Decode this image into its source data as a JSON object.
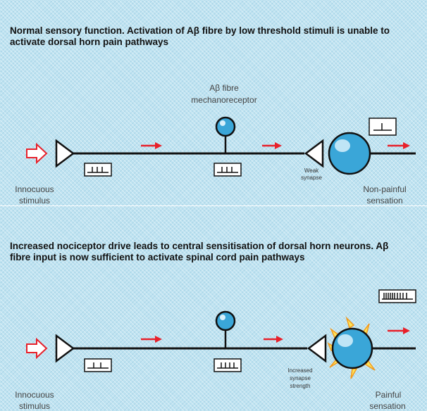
{
  "panels": [
    {
      "caption": "Normal sensory function. Activation of Aβ fibre by low threshold stimuli is unable to activate dorsal horn pain pathways",
      "receptor_label_line1": "Aβ fibre",
      "receptor_label_line2": "mechanoreceptor",
      "stimulus_label_line1": "Innocuous",
      "stimulus_label_line2": "stimulus",
      "synapse_label_line1": "Weak",
      "synapse_label_line2": "synapse",
      "outcome_label_line1": "Non-painful",
      "outcome_label_line2": "sensation"
    },
    {
      "caption": "Increased nociceptor drive leads to central sensitisation of dorsal horn neurons. Aβ fibre input is now sufficient to activate spinal cord pain pathways",
      "stimulus_label_line1": "Innocuous",
      "stimulus_label_line2": "stimulus",
      "synapse_label_line1": "Increased",
      "synapse_label_line2": "synapse",
      "synapse_label_line3": "strength",
      "outcome_label_line1": "Painful",
      "outcome_label_line2": "sensation"
    }
  ],
  "colors": {
    "arrow_red": "#e8202a",
    "fiber": "#111111",
    "soma_fill": "#3aa6d8",
    "soma_highlight": "#d7f0fb",
    "sensitisation_orange": "#f39a1d",
    "sensitisation_yellow": "#fce45a"
  }
}
